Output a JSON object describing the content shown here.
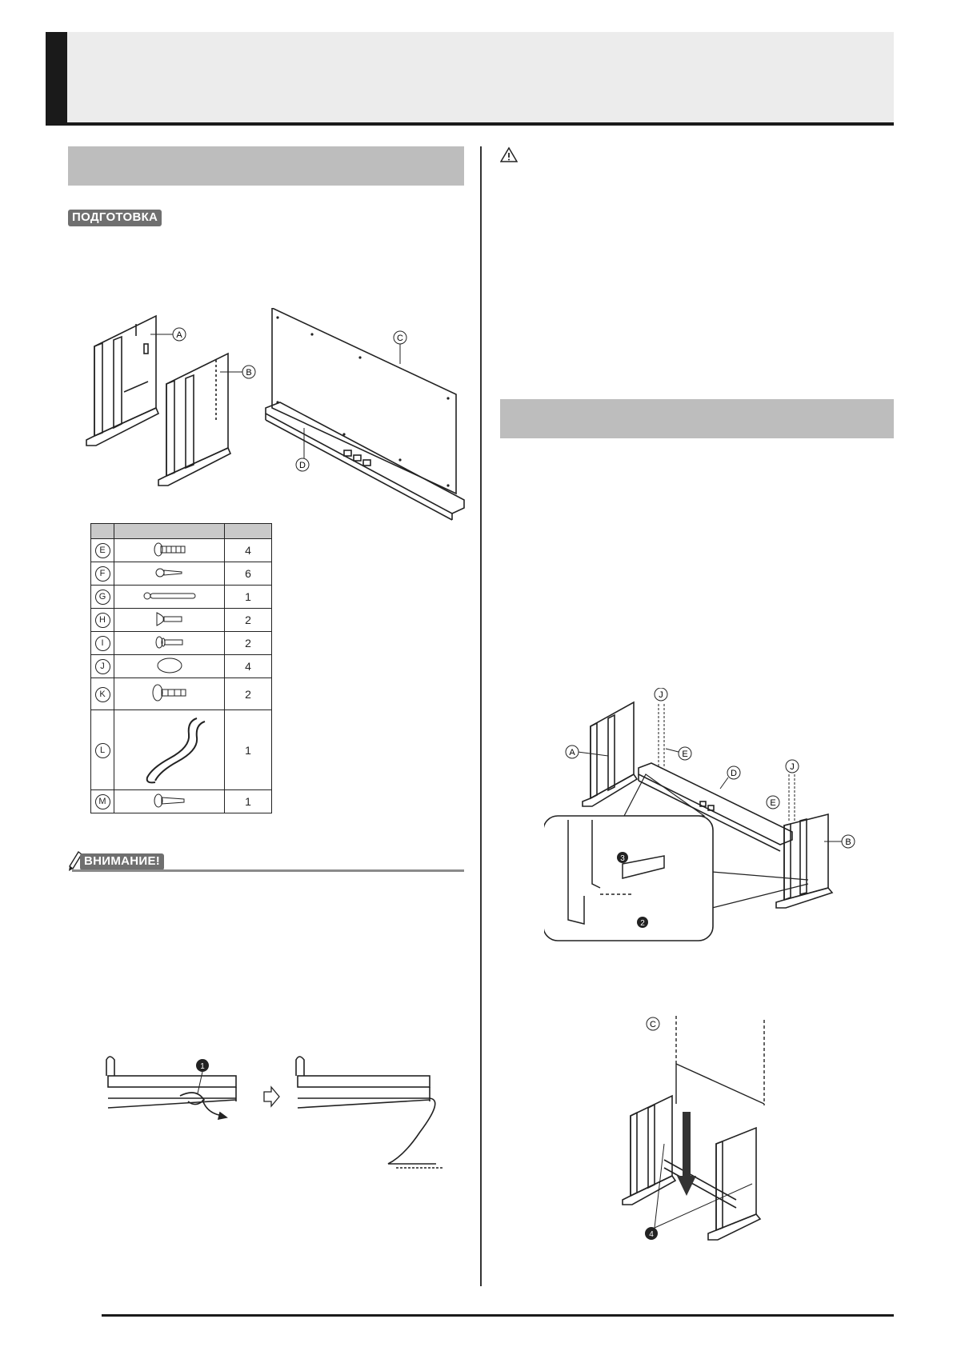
{
  "tags": {
    "preparation": "ПОДГОТОВКА",
    "caution": "ВНИМАНИЕ!"
  },
  "figure1": {
    "labels": [
      "A",
      "B",
      "C",
      "D"
    ]
  },
  "parts_table": {
    "rows": [
      {
        "letter": "E",
        "qty": "4",
        "icon": "screw-icon"
      },
      {
        "letter": "F",
        "qty": "6",
        "icon": "small-screw-icon"
      },
      {
        "letter": "G",
        "qty": "1",
        "icon": "cable-tie-icon"
      },
      {
        "letter": "H",
        "qty": "2",
        "icon": "wing-screw-icon"
      },
      {
        "letter": "I",
        "qty": "2",
        "icon": "washer-screw-icon"
      },
      {
        "letter": "J",
        "qty": "4",
        "icon": "cap-icon"
      },
      {
        "letter": "K",
        "qty": "2",
        "icon": "large-screw-icon"
      },
      {
        "letter": "L",
        "qty": "1",
        "icon": "headphone-hook-icon"
      },
      {
        "letter": "M",
        "qty": "1",
        "icon": "hook-screw-icon"
      }
    ]
  },
  "figure_cable": {
    "callout": "1"
  },
  "figure_assembly": {
    "labels": [
      "J",
      "E",
      "A",
      "D",
      "J",
      "E",
      "B"
    ],
    "callouts": [
      "3",
      "2"
    ]
  },
  "figure_panel": {
    "labels": [
      "C"
    ],
    "callouts": [
      "4"
    ]
  }
}
